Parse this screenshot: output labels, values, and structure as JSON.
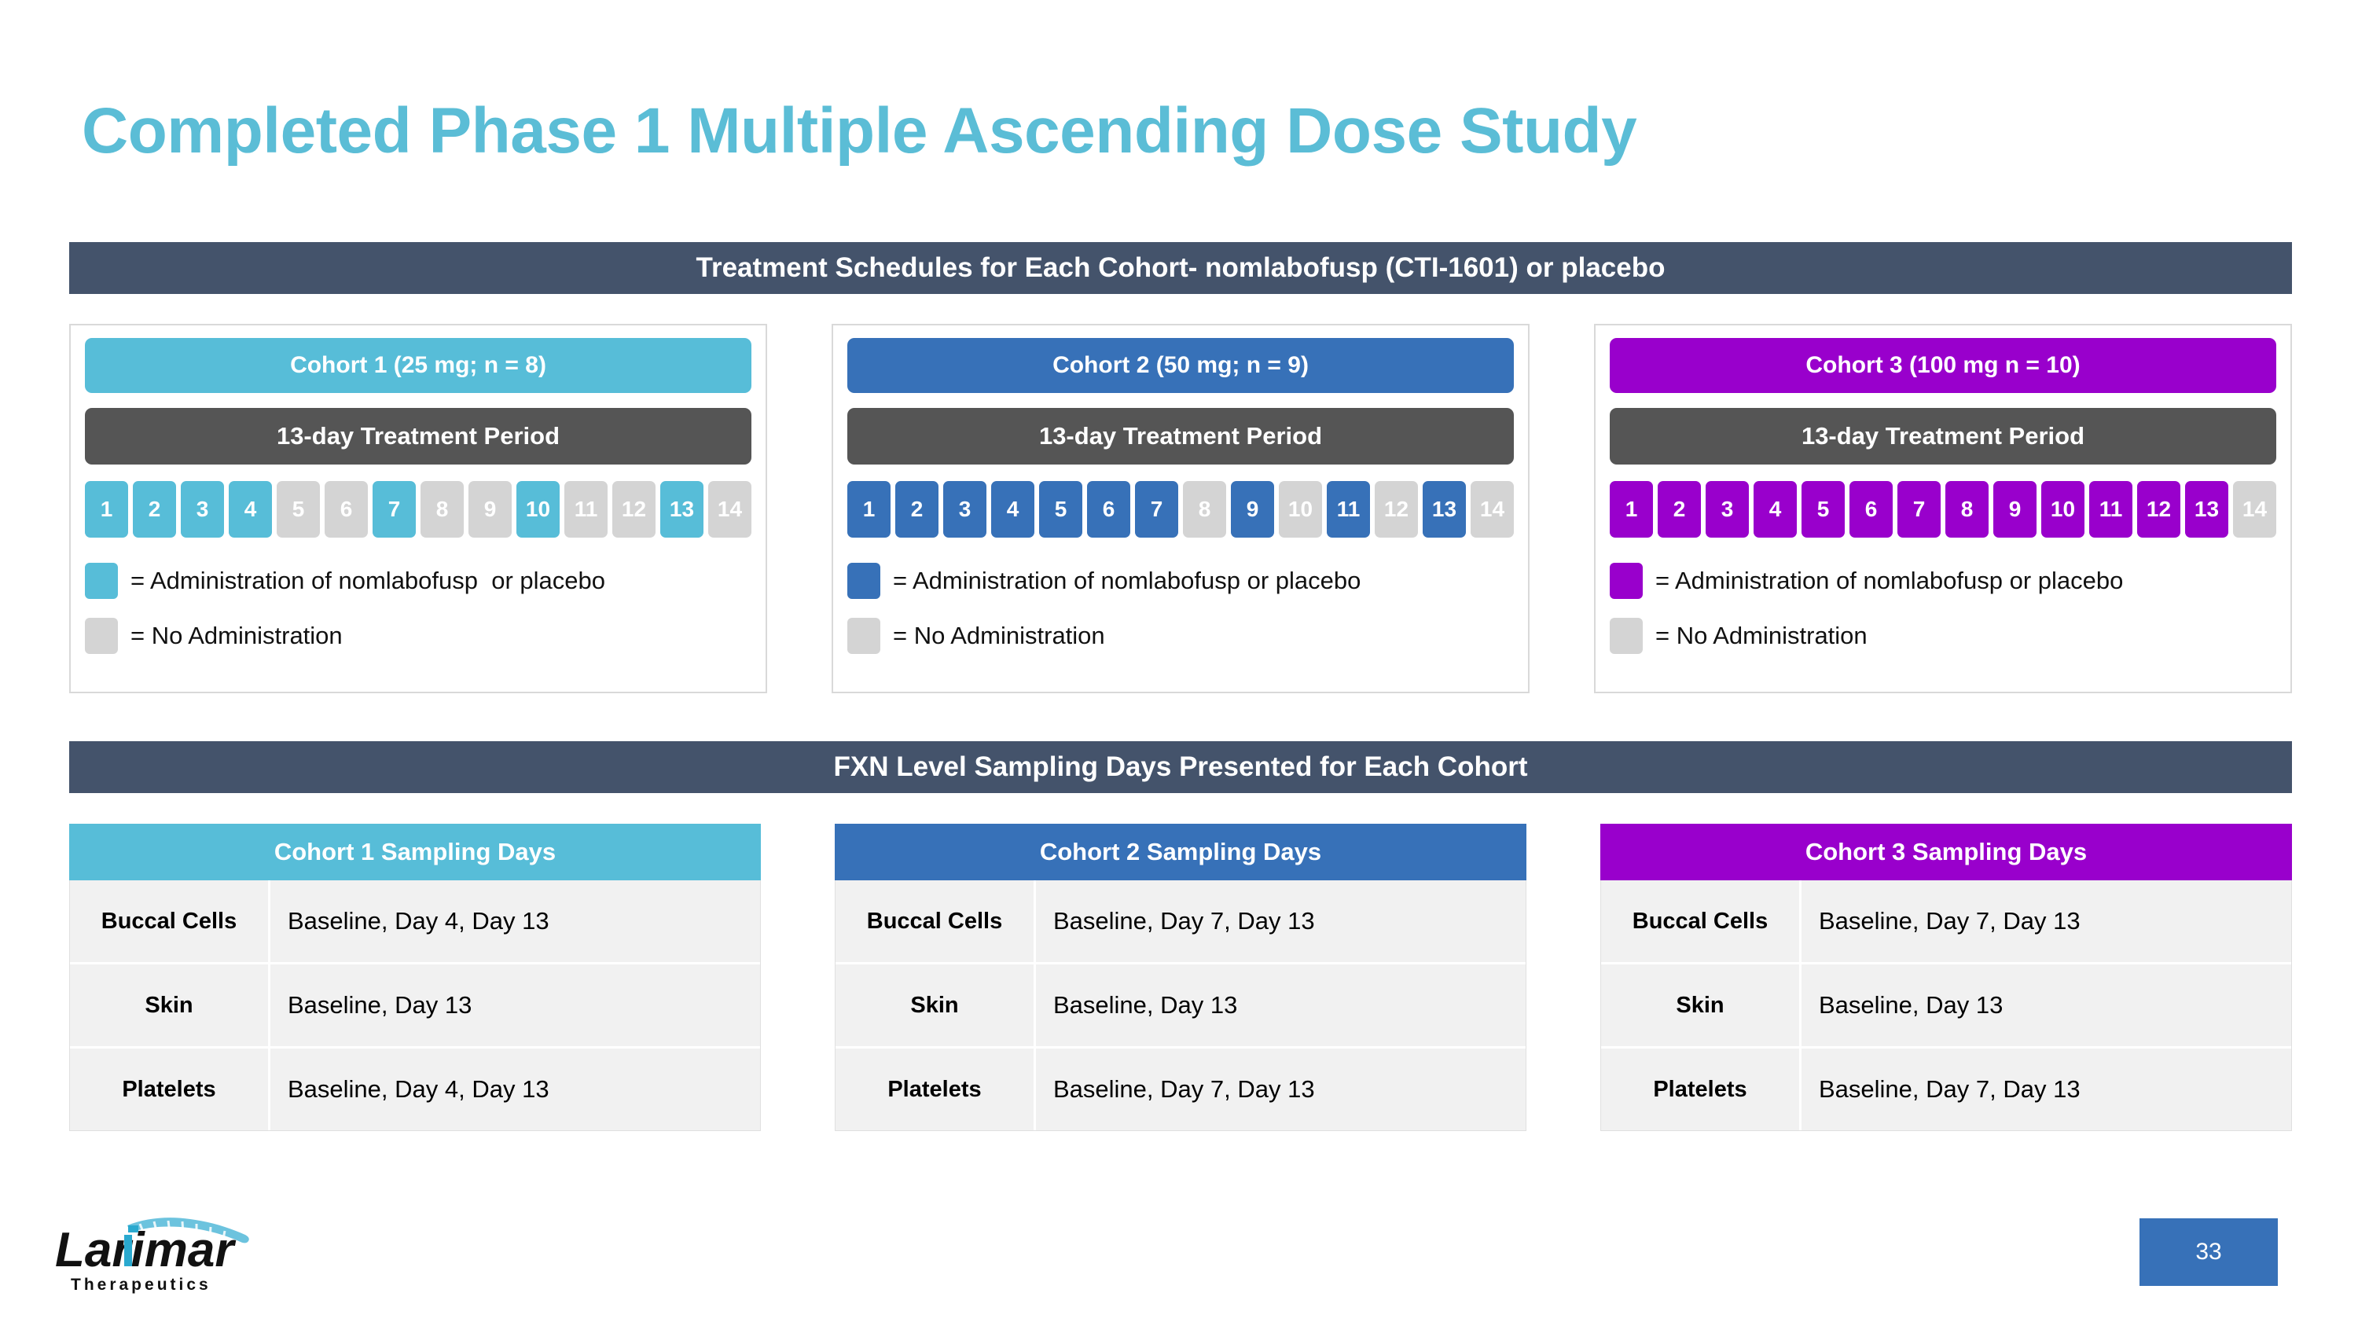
{
  "slide": {
    "title": "Completed Phase 1 Multiple Ascending Dose Study",
    "title_color": "#5bbdd6",
    "page_number": "33"
  },
  "sections": {
    "treatment_bar": "Treatment Schedules for Each Cohort- nomlabofusp (CTI-1601) or placebo",
    "fxn_bar": "FXN Level Sampling Days Presented for Each Cohort",
    "bar_color": "#44536b"
  },
  "colors": {
    "cohort1": "#57bdd8",
    "cohort2": "#3771b8",
    "cohort3": "#9900cc",
    "no_admin": "#d4d4d4",
    "period_bar": "#555555"
  },
  "cohorts": [
    {
      "header": "Cohort 1 (25 mg; n = 8)",
      "period": "13-day Treatment Period",
      "color": "#57bdd8",
      "days": [
        {
          "n": "1",
          "active": true
        },
        {
          "n": "2",
          "active": true
        },
        {
          "n": "3",
          "active": true
        },
        {
          "n": "4",
          "active": true
        },
        {
          "n": "5",
          "active": false
        },
        {
          "n": "6",
          "active": false
        },
        {
          "n": "7",
          "active": true
        },
        {
          "n": "8",
          "active": false
        },
        {
          "n": "9",
          "active": false
        },
        {
          "n": "10",
          "active": true
        },
        {
          "n": "11",
          "active": false
        },
        {
          "n": "12",
          "active": false
        },
        {
          "n": "13",
          "active": true
        },
        {
          "n": "14",
          "active": false
        }
      ],
      "legend_admin": "= Administration of nomlabofusp  or placebo",
      "legend_none": "= No Administration"
    },
    {
      "header": "Cohort 2 (50 mg; n = 9)",
      "period": "13-day Treatment Period",
      "color": "#3771b8",
      "days": [
        {
          "n": "1",
          "active": true
        },
        {
          "n": "2",
          "active": true
        },
        {
          "n": "3",
          "active": true
        },
        {
          "n": "4",
          "active": true
        },
        {
          "n": "5",
          "active": true
        },
        {
          "n": "6",
          "active": true
        },
        {
          "n": "7",
          "active": true
        },
        {
          "n": "8",
          "active": false
        },
        {
          "n": "9",
          "active": true
        },
        {
          "n": "10",
          "active": false
        },
        {
          "n": "11",
          "active": true
        },
        {
          "n": "12",
          "active": false
        },
        {
          "n": "13",
          "active": true
        },
        {
          "n": "14",
          "active": false
        }
      ],
      "legend_admin": "= Administration of nomlabofusp or placebo",
      "legend_none": "= No Administration"
    },
    {
      "header": "Cohort 3 (100 mg n = 10)",
      "period": "13-day Treatment Period",
      "color": "#9900cc",
      "days": [
        {
          "n": "1",
          "active": true
        },
        {
          "n": "2",
          "active": true
        },
        {
          "n": "3",
          "active": true
        },
        {
          "n": "4",
          "active": true
        },
        {
          "n": "5",
          "active": true
        },
        {
          "n": "6",
          "active": true
        },
        {
          "n": "7",
          "active": true
        },
        {
          "n": "8",
          "active": true
        },
        {
          "n": "9",
          "active": true
        },
        {
          "n": "10",
          "active": true
        },
        {
          "n": "11",
          "active": true
        },
        {
          "n": "12",
          "active": true
        },
        {
          "n": "13",
          "active": true
        },
        {
          "n": "14",
          "active": false
        }
      ],
      "legend_admin": "= Administration of nomlabofusp or placebo",
      "legend_none": "= No Administration"
    }
  ],
  "sampling_tables": [
    {
      "header": "Cohort 1 Sampling Days",
      "color": "#57bdd8",
      "rows": [
        {
          "label": "Buccal Cells",
          "value": "Baseline, Day 4, Day 13"
        },
        {
          "label": "Skin",
          "value": "Baseline, Day 13"
        },
        {
          "label": "Platelets",
          "value": "Baseline, Day 4, Day 13"
        }
      ]
    },
    {
      "header": "Cohort 2 Sampling Days",
      "color": "#3771b8",
      "rows": [
        {
          "label": "Buccal Cells",
          "value": "Baseline, Day 7, Day 13"
        },
        {
          "label": "Skin",
          "value": "Baseline, Day 13"
        },
        {
          "label": "Platelets",
          "value": "Baseline, Day 7, Day 13"
        }
      ]
    },
    {
      "header": "Cohort 3 Sampling Days",
      "color": "#9900cc",
      "rows": [
        {
          "label": "Buccal Cells",
          "value": "Baseline, Day 7, Day 13"
        },
        {
          "label": "Skin",
          "value": "Baseline, Day 13"
        },
        {
          "label": "Platelets",
          "value": "Baseline, Day 7, Day 13"
        }
      ]
    }
  ],
  "logo": {
    "wordmark": "Larimar",
    "tagline": "Therapeutics"
  }
}
